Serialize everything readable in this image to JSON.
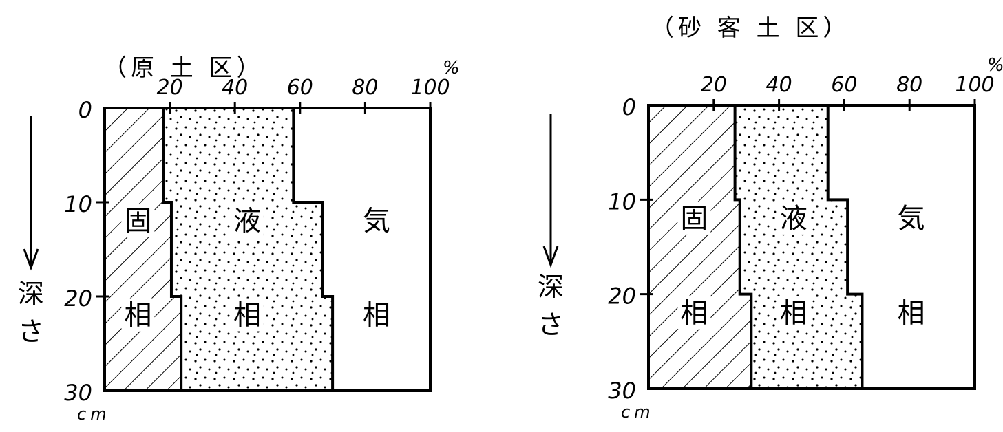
{
  "chart_data": [
    {
      "type": "area",
      "subtype": "stacked-horizontal-step",
      "title": "（原 土 区）",
      "xlabel": "%",
      "ylabel": "深さ",
      "yunit": "cm",
      "xlim": [
        0,
        100
      ],
      "ylim": [
        0,
        30
      ],
      "xticks": [
        "20",
        "40",
        "60",
        "80",
        "100"
      ],
      "yticks": [
        "0",
        "10",
        "20",
        "30"
      ],
      "depth_ranges": [
        [
          0,
          10
        ],
        [
          10,
          20
        ],
        [
          20,
          30
        ]
      ],
      "series": [
        {
          "name": "固相",
          "label_lines": [
            "固",
            "相"
          ],
          "values": [
            18,
            20.5,
            23.5
          ]
        },
        {
          "name": "液相",
          "label_lines": [
            "液",
            "相"
          ],
          "values": [
            40,
            46.5,
            46.5
          ]
        },
        {
          "name": "気相",
          "label_lines": [
            "気",
            "相"
          ],
          "values": [
            42,
            33,
            30
          ]
        }
      ]
    },
    {
      "type": "area",
      "subtype": "stacked-horizontal-step",
      "title": "（砂 客 土 区）",
      "xlabel": "%",
      "ylabel": "深さ",
      "yunit": "cm",
      "xlim": [
        0,
        100
      ],
      "ylim": [
        0,
        30
      ],
      "xticks": [
        "20",
        "40",
        "60",
        "80",
        "100"
      ],
      "yticks": [
        "0",
        "10",
        "20",
        "30"
      ],
      "depth_ranges": [
        [
          0,
          10
        ],
        [
          10,
          20
        ],
        [
          20,
          30
        ]
      ],
      "series": [
        {
          "name": "固相",
          "label_lines": [
            "固",
            "相"
          ],
          "values": [
            26.5,
            28,
            31.5
          ]
        },
        {
          "name": "液相",
          "label_lines": [
            "液",
            "相"
          ],
          "values": [
            28.5,
            33,
            34
          ]
        },
        {
          "name": "気相",
          "label_lines": [
            "気",
            "相"
          ],
          "values": [
            45,
            39,
            34.5
          ]
        }
      ]
    }
  ]
}
